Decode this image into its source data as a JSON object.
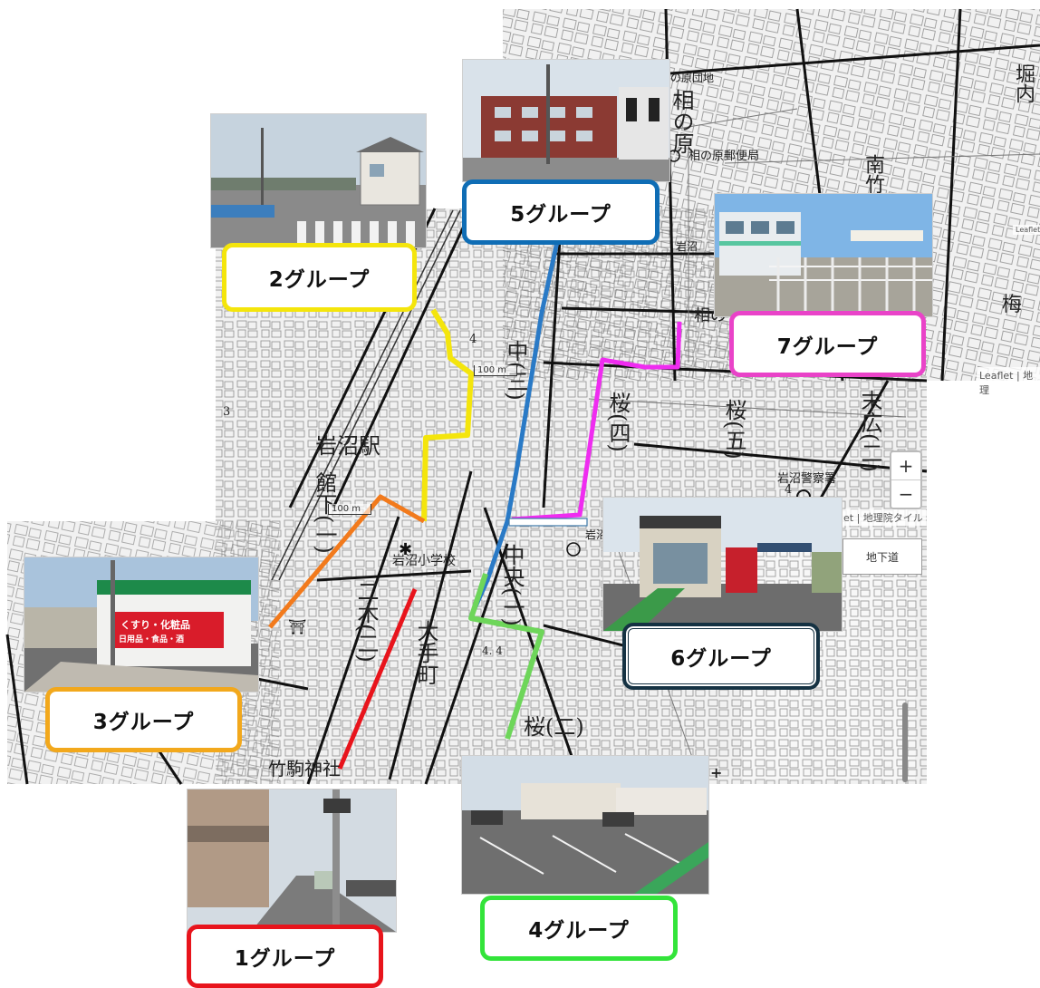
{
  "groups": [
    {
      "label": "1グループ",
      "color": "#e8141c"
    },
    {
      "label": "2グループ",
      "color": "#f4e50c"
    },
    {
      "label": "3グループ",
      "color": "#f2a81c"
    },
    {
      "label": "4グループ",
      "color": "#33e43a"
    },
    {
      "label": "5グループ",
      "color": "#0f6db5"
    },
    {
      "label": "6グループ",
      "color": "#153243"
    },
    {
      "label": "7グループ",
      "color": "#e943c8"
    }
  ],
  "route_colors": {
    "red": "#e8141c",
    "yellow": "#f4e50c",
    "orange": "#f27a1c",
    "green": "#6ed65a",
    "blue": "#2a7ac6",
    "magenta": "#ef2cf0"
  },
  "map_labels": {
    "iwanuma_station": "岩沼駅",
    "iwanuma_school": "岩沼小学校",
    "takekoma_shrine": "竹駒神社",
    "aionohara": "相の原",
    "aionohara_post": "相の原郵便局",
    "aionohara_danchi": "の原団地",
    "naka3": "中(三)",
    "sakura4": "桜(四)",
    "sakura5": "桜(五)",
    "sakura2": "桜(二)",
    "suehiro": "末広(二)",
    "chuo": "中央(一)",
    "otemachi": "大手町",
    "nihongi": "二木(二)",
    "tate": "館下(一)",
    "minamitake": "南竹",
    "umezawa": "梅",
    "horiuchi": "堀内",
    "police": "岩沼警察署",
    "iwanuma_small": "岩沼",
    "aino_small": "相の",
    "num_4a": "4",
    "num_4b": "4",
    "num_3": "3",
    "num_44": "4. 4",
    "iwanuma_right": "岩沼"
  },
  "controls": {
    "zoom_in": "+",
    "zoom_out": "−",
    "zoom_in_small": "+",
    "scale_1": "100 m",
    "scale_2": "100 m",
    "attribution_1": "Leaflet | 地理",
    "attribution_2": "et | 地理院タイル",
    "underpass": "地下道",
    "leaflet_small": "Leaflet"
  },
  "photo_signs": {
    "store_sign": "くすり・化粧品",
    "store_sign2": "日用品・食品・酒"
  }
}
